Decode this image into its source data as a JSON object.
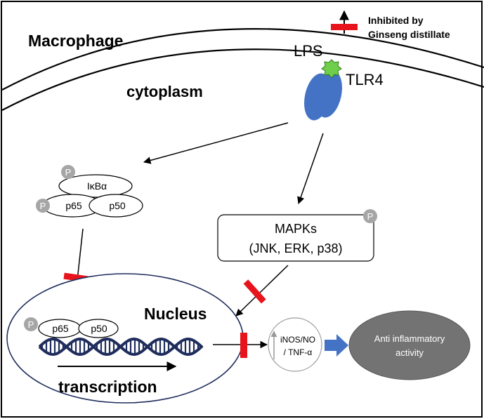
{
  "legend": {
    "label_line1": "Inhibited by",
    "label_line2": "Ginseng distillate",
    "inhibit_color": "#e8141c"
  },
  "cell": {
    "macrophage_label": "Macrophage",
    "cytoplasm_label": "cytoplasm"
  },
  "receptor": {
    "lps_label": "LPS",
    "tlr4_label": "TLR4",
    "tlr4_color": "#4472c4",
    "lps_color": "#6fcf4a"
  },
  "nfkb_complex": {
    "phospho_label": "P",
    "ikba_label": "IκBα",
    "p65_label": "p65",
    "p50_label": "p50"
  },
  "mapk": {
    "title": "MAPKs",
    "subtitle": "(JNK, ERK, p38)",
    "phospho_label": "P"
  },
  "nucleus": {
    "label": "Nucleus",
    "transcription_label": "transcription",
    "phospho_label": "P",
    "p65_label": "p65",
    "p50_label": "p50",
    "dna_color": "#1f2d5c"
  },
  "outputs": {
    "mediators_line1": "iNOS/NO",
    "mediators_line2": "/ TNF-α",
    "effect_line1": "Anti inflammatory",
    "effect_line2": "activity",
    "effect_color": "#737373",
    "arrow_color": "#4472c4"
  }
}
